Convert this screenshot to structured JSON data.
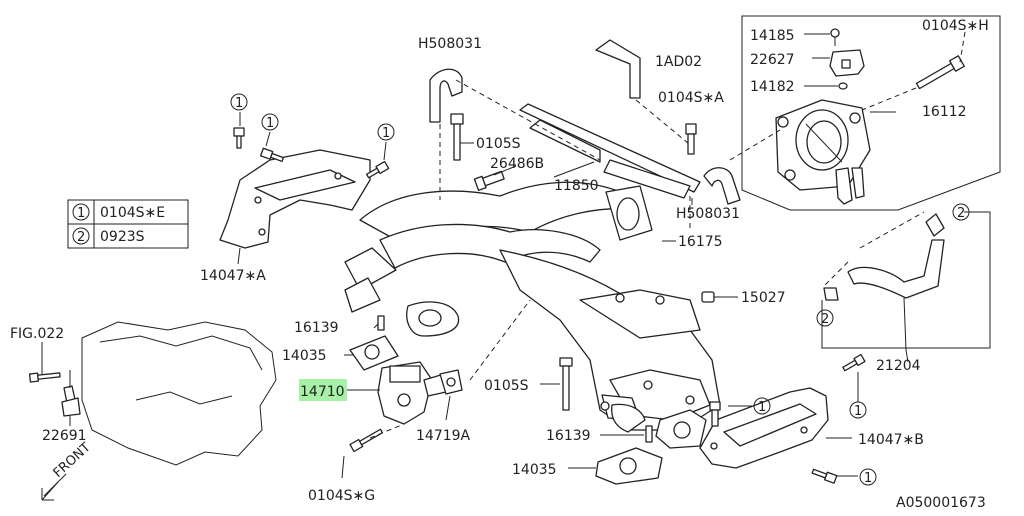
{
  "diagram": {
    "labels": {
      "H508031_top": "H508031",
      "1AD02": "1AD02",
      "0104S_A": "0104S∗A",
      "14185": "14185",
      "0104S_H": "0104S∗H",
      "22627": "22627",
      "14182": "14182",
      "16112": "16112",
      "0105S_top": "0105S",
      "26486B": "26486B",
      "11850": "11850",
      "H508031_right": "H508031",
      "16175": "16175",
      "14047A": "14047∗A",
      "15027": "15027",
      "21204": "21204",
      "FIG022": "FIG.022",
      "16139_left": "16139",
      "14035_left": "14035",
      "14710": "14710",
      "0105S_mid": "0105S",
      "14719A": "14719A",
      "16139_mid": "16139",
      "22691": "22691",
      "14047B": "14047∗B",
      "14035_bottom": "14035",
      "0104S_G": "0104S∗G",
      "front": "FRONT",
      "doc_id": "A050001673"
    },
    "legend": [
      {
        "num": "1",
        "part": "0104S∗E"
      },
      {
        "num": "2",
        "part": "0923S"
      }
    ],
    "callouts": {
      "c1_a": "1",
      "c1_b": "1",
      "c1_c": "1",
      "c1_d": "1",
      "c1_e": "1",
      "c1_f": "1",
      "c2_a": "2",
      "c2_b": "2"
    },
    "highlight_color": "#a7f0a7"
  }
}
